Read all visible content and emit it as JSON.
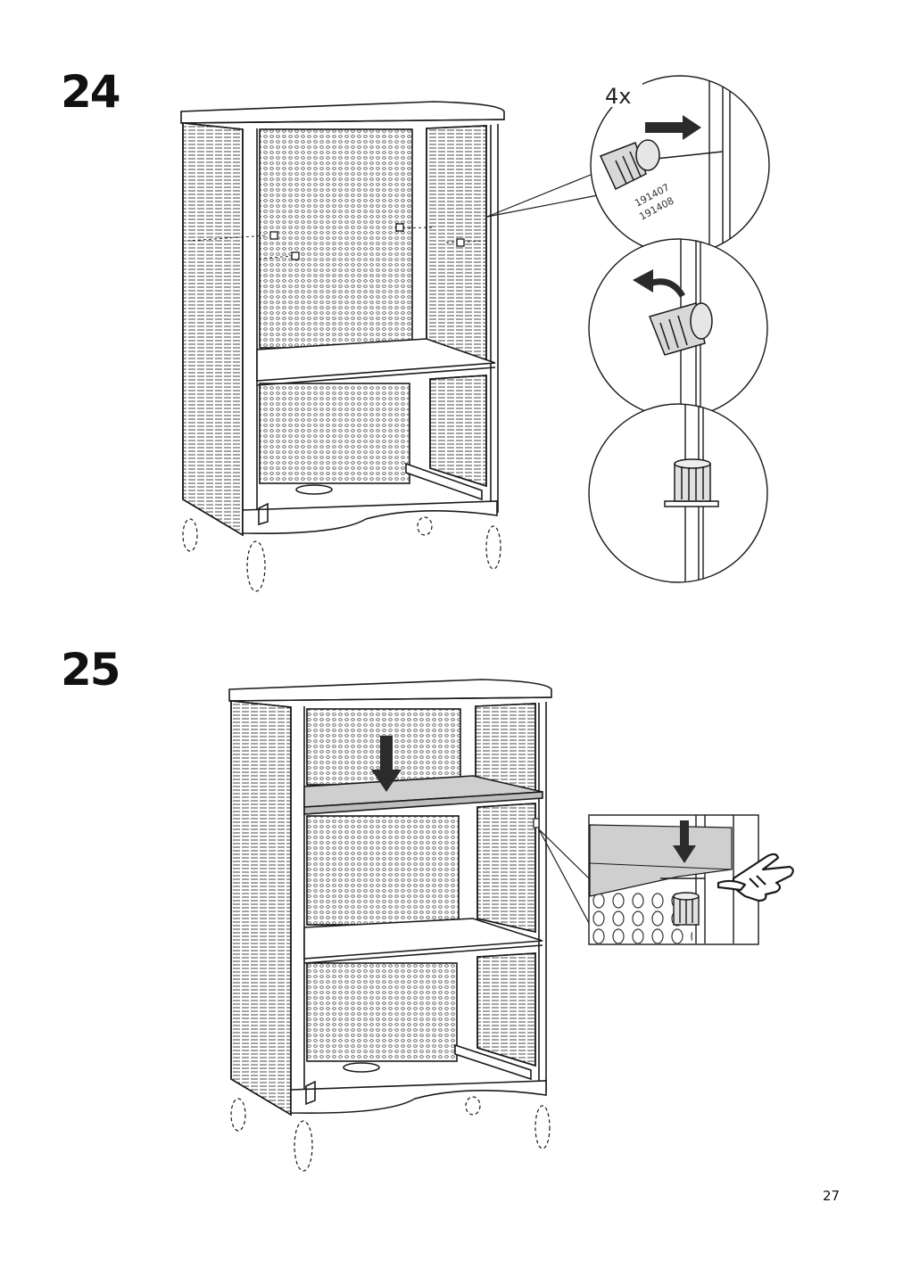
{
  "steps": [
    {
      "number": "24"
    },
    {
      "number": "25"
    }
  ],
  "detail_24": {
    "quantity": "4x",
    "part_numbers": [
      "191407",
      "191408"
    ]
  },
  "page_number": "27",
  "colors": {
    "line": "#1a1a1a",
    "shelf_highlight": "#cfcfcf",
    "arrow": "#2b2b2b"
  }
}
